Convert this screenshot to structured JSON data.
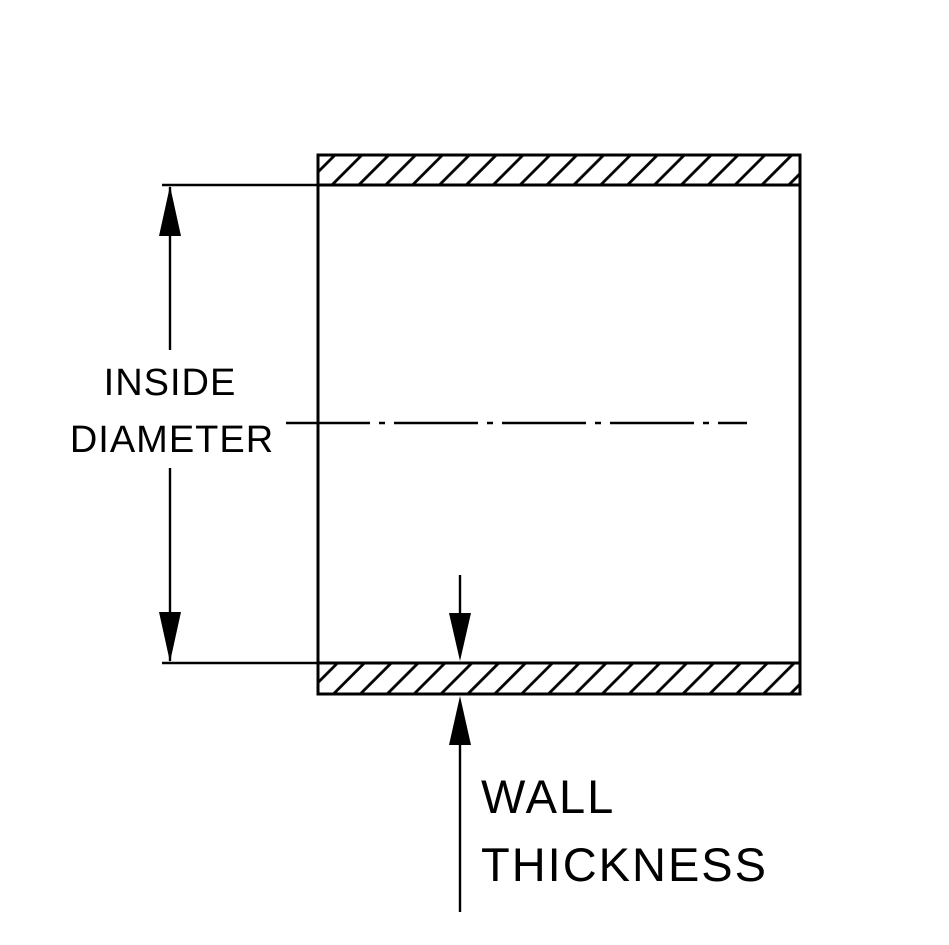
{
  "diagram": {
    "labels": {
      "inside_diameter_line1": "INSIDE",
      "inside_diameter_line2": "DIAMETER",
      "wall_thickness_line1": "WALL",
      "wall_thickness_line2": "THICKNESS"
    },
    "colors": {
      "line": "#000000",
      "background": "#ffffff",
      "text": "#000000"
    }
  }
}
